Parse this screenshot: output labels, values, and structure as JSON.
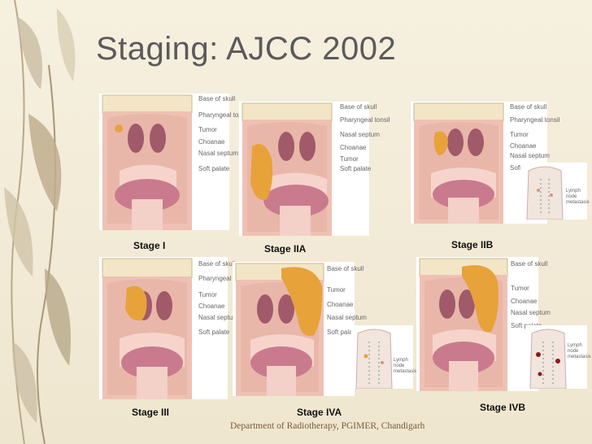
{
  "slide": {
    "title": "Staging: AJCC 2002",
    "footer": "Department of Radiotherapy, PGIMER, Chandigarh"
  },
  "stages": [
    {
      "label": "Stage I"
    },
    {
      "label": "Stage IIA"
    },
    {
      "label": "Stage IIB"
    },
    {
      "label": "Stage III"
    },
    {
      "label": "Stage IVA"
    },
    {
      "label": "Stage IVB"
    }
  ],
  "figure_labels": {
    "p1": [
      "Base of skull",
      "Pharyngeal tonsil",
      "Tumor",
      "Choanae",
      "Nasal septum",
      "Soft palate"
    ],
    "p2": [
      "Base of skull",
      "Pharyngeal tonsil",
      "Nasal septum",
      "Choanae",
      "Tumor",
      "Soft palate"
    ],
    "p3": [
      "Base of skull",
      "Pharyngeal tonsil",
      "Tumor",
      "Choanae",
      "Nasal septum",
      "Soft palate"
    ],
    "p4": [
      "Base of skull",
      "Pharyngeal tonsil",
      "Tumor",
      "Choanae",
      "Nasal septum",
      "Soft palate"
    ],
    "p5": [
      "Base of skull",
      "Tumor",
      "Choanae",
      "Nasal septum",
      "Soft palate"
    ],
    "p6": [
      "Base of skull",
      "Tumor",
      "Choanae",
      "Nasal septum",
      "Soft palate"
    ],
    "neck1": "Lymph node metastasis",
    "neck2": "Lymph node metastasis",
    "neck3": "Lymph node metastasis"
  },
  "colors": {
    "tumor": "#e8a23a",
    "mucosa": "#e9b7a9",
    "tissue": "#f5c9c0",
    "bone": "#f2e6c7"
  }
}
